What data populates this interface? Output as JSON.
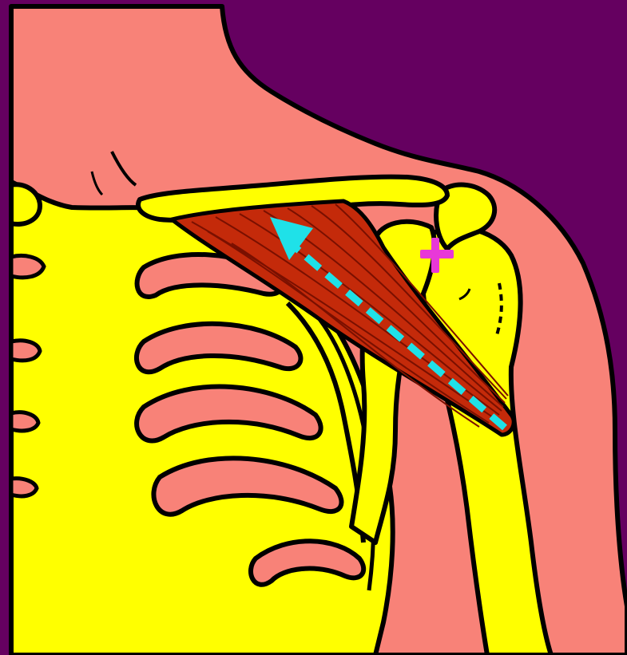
{
  "figure": {
    "kind": "anatomical-illustration",
    "structures": [
      "neck",
      "shoulder",
      "clavicle",
      "rib-cage",
      "scapula-coracoid",
      "humerus",
      "muscle"
    ],
    "markers": [
      "origin-cross",
      "direction-arrow"
    ]
  },
  "colors": {
    "background": "#650060",
    "skin": "#f88278",
    "bone": "#ffff00",
    "muscle": "#c42a0a",
    "muscle_fibers": "#7a1000",
    "outline": "#000000",
    "arrow": "#1fe1e8",
    "cross": "#e838d8"
  }
}
